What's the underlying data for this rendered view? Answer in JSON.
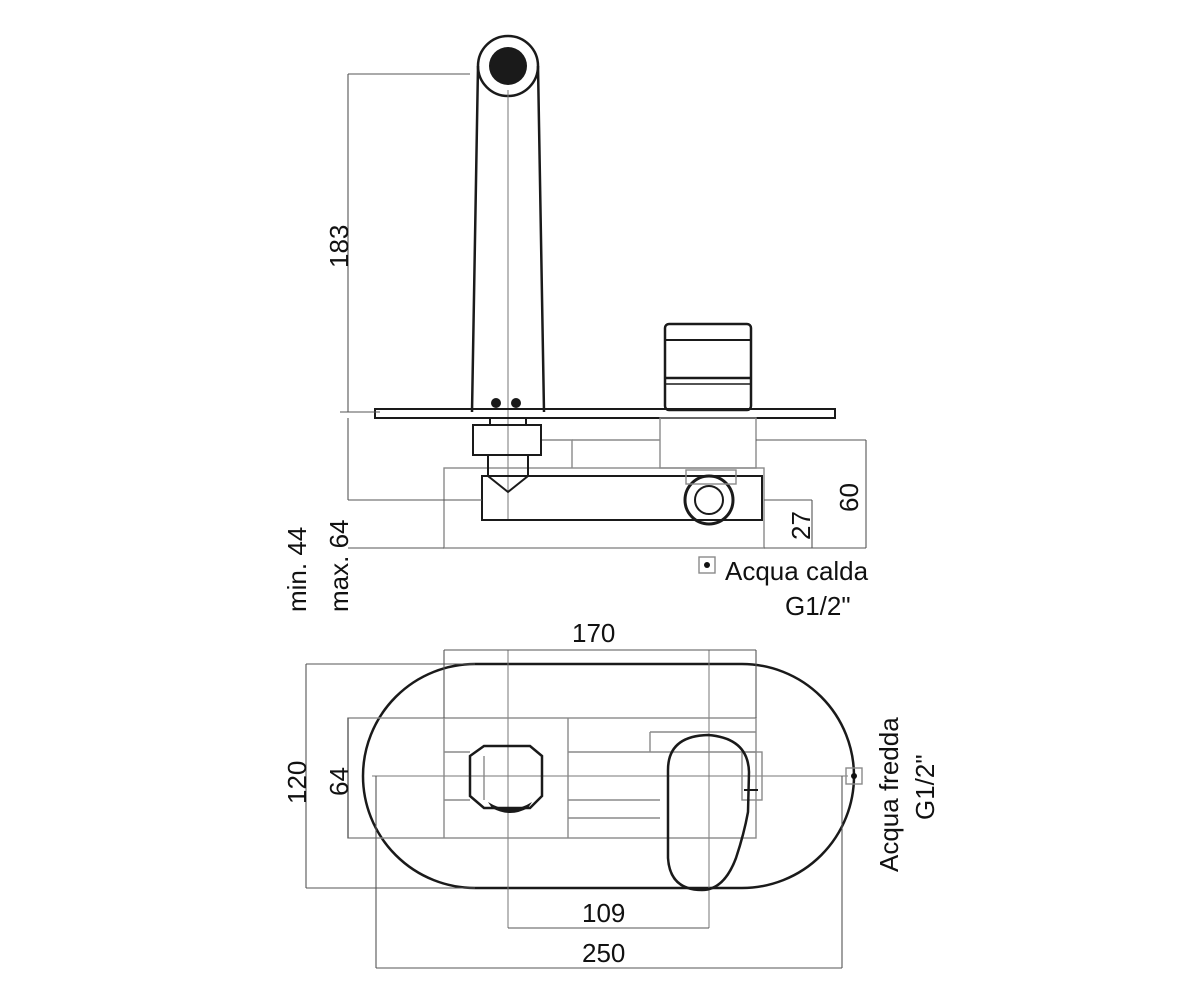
{
  "dimensions": {
    "spout_height": "183",
    "min_depth": "min. 44",
    "max_depth": "max. 64",
    "body_depth": "60",
    "inlet_offset": "27",
    "plate_width_top": "170",
    "plate_height": "120",
    "inner_height": "64",
    "center_distance": "109",
    "plate_width_total": "250"
  },
  "labels": {
    "hot_water": "Acqua calda",
    "hot_water_thread": "G1/2\"",
    "cold_water": "Acqua fredda",
    "cold_water_thread": "G1/2\""
  }
}
